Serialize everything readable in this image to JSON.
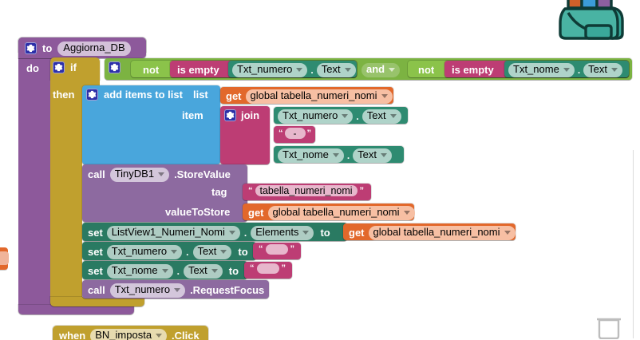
{
  "app": {
    "name": "MIT App Inventor Blocks Editor",
    "canvas_background": "#ffffff"
  },
  "colors": {
    "procedure": "#8d599b",
    "control": "#c0a02e",
    "logic": "#7cb342",
    "text": "#bd3d74",
    "list": "#49a6dc",
    "variable": "#e2682b",
    "component_getset": "#2e8b71",
    "component_call": "#8d6aa0",
    "gear": "#2c2fa8"
  },
  "procedure_block": {
    "gear_icon": "gear-icon",
    "to_label": "to",
    "name": "Aggiorna_DB",
    "do_label": "do"
  },
  "if_block": {
    "gear_icon": "gear-icon",
    "if_label": "if",
    "then_label": "then"
  },
  "condition": {
    "and_label": "and",
    "left": {
      "not_label": "not",
      "is_empty_label": "is empty",
      "component": "Txt_numero",
      "property": "Text"
    },
    "right": {
      "not_label": "not",
      "is_empty_label": "is empty",
      "component": "Txt_nome",
      "property": "Text"
    }
  },
  "add_items_to_list": {
    "gear_icon": "gear-icon",
    "title": "add items to list",
    "list_label": "list",
    "item_label": "item",
    "list_value": {
      "get_label": "get",
      "variable": "global tabella_numeri_nomi"
    },
    "item_value": {
      "gear_icon": "gear-icon",
      "join_label": "join",
      "parts": [
        {
          "kind": "component_property",
          "component": "Txt_numero",
          "property": "Text"
        },
        {
          "kind": "text",
          "value": "-"
        },
        {
          "kind": "component_property",
          "component": "Txt_nome",
          "property": "Text"
        }
      ]
    }
  },
  "tinydb_store": {
    "call_label": "call",
    "component": "TinyDB1",
    "method": ".StoreValue",
    "tag_label": "tag",
    "tag_value": "tabella_numeri_nomi",
    "value_label": "valueToStore",
    "value_get_label": "get",
    "value_variable": "global tabella_numeri_nomi"
  },
  "setters": [
    {
      "set_label": "set",
      "component": "ListView1_Numeri_Nomi",
      "property": "Elements",
      "to_label": "to",
      "value_kind": "get",
      "value_get_label": "get",
      "value_variable": "global tabella_numeri_nomi"
    },
    {
      "set_label": "set",
      "component": "Txt_numero",
      "property": "Text",
      "to_label": "to",
      "value_kind": "text",
      "value_text": ""
    },
    {
      "set_label": "set",
      "component": "Txt_nome",
      "property": "Text",
      "to_label": "to",
      "value_kind": "text",
      "value_text": ""
    }
  ],
  "request_focus": {
    "call_label": "call",
    "component": "Txt_numero",
    "method": ".RequestFocus"
  },
  "bottom_event_block": {
    "when_label": "when",
    "component": "BN_imposta",
    "event": ".Click"
  },
  "workspace_icons": {
    "backpack": "backpack-icon",
    "trash": "trash-icon"
  }
}
